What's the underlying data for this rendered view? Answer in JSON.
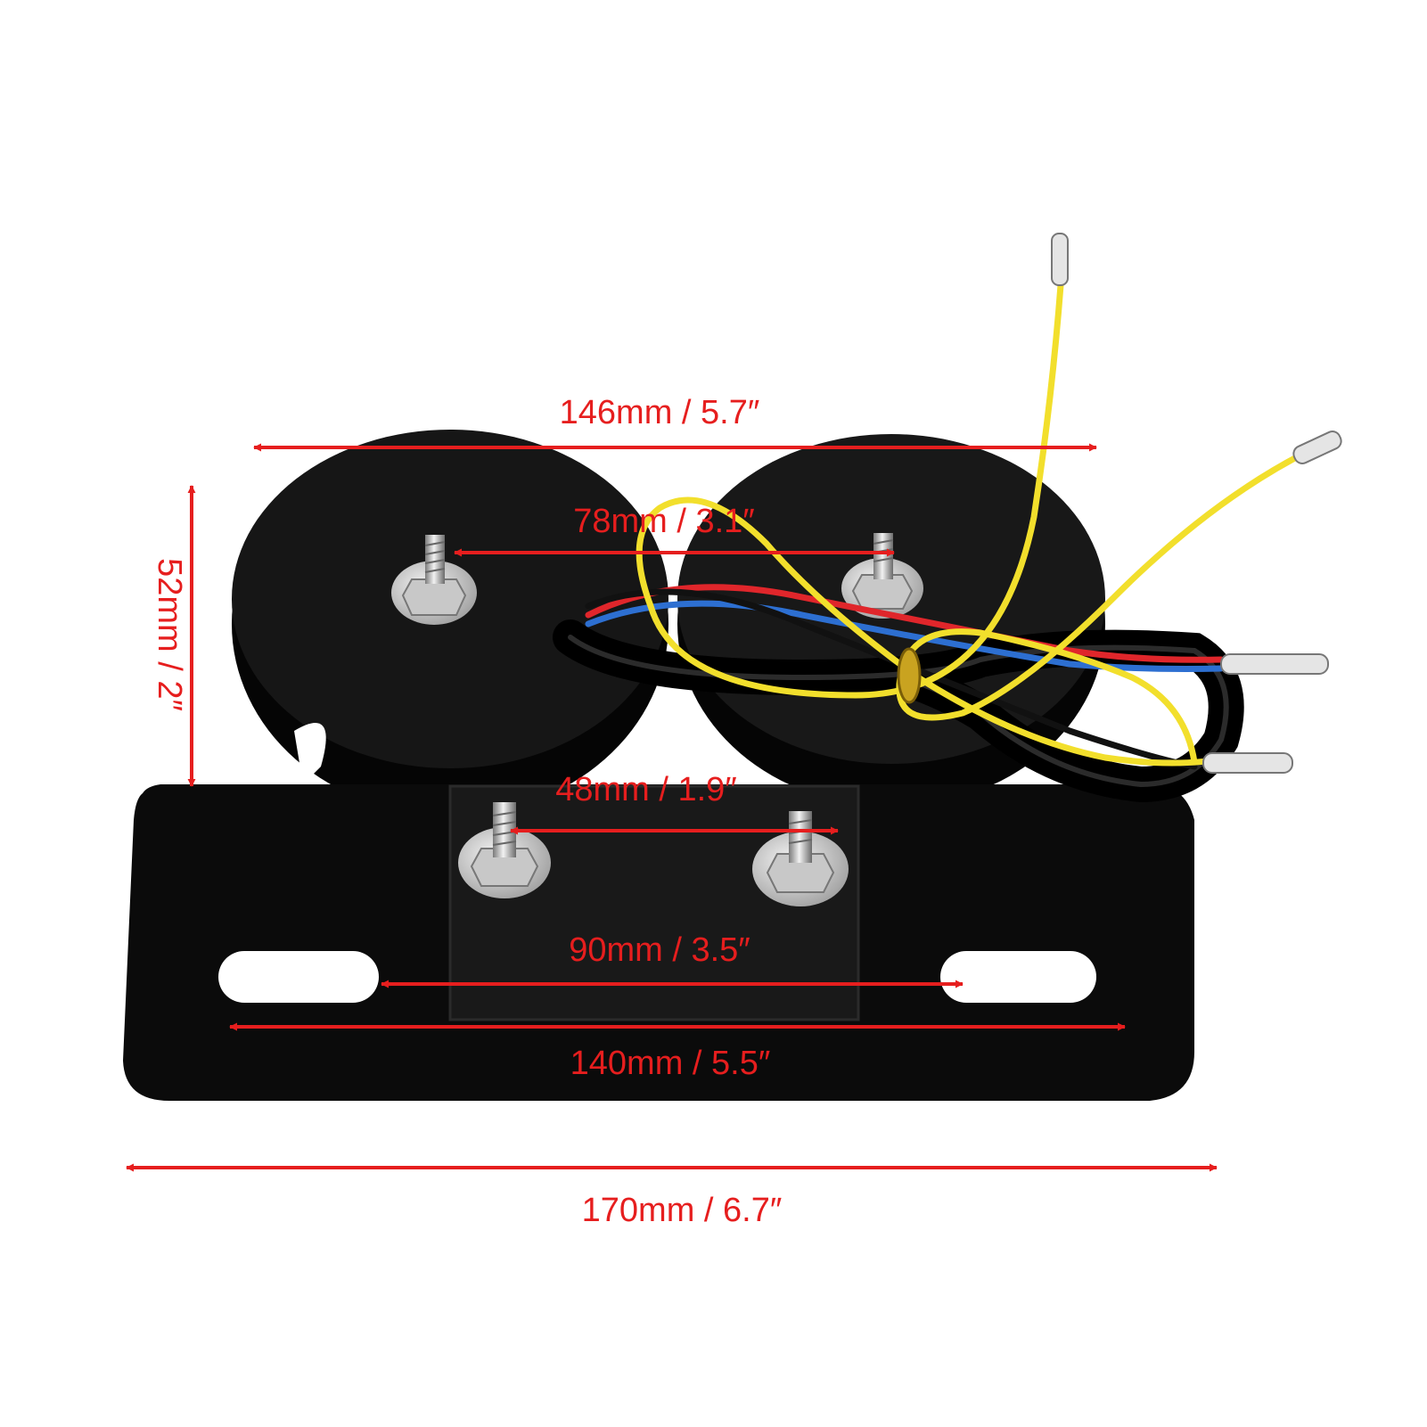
{
  "accent_color": "#e61e1e",
  "product": {
    "bracket_color": "#0b0b0b",
    "wire_colors": [
      "#f2df2c",
      "#e0262b",
      "#2d6fd1",
      "#111111"
    ]
  },
  "dimensions": {
    "width_top": "146mm / 5.7″",
    "bolt_spacing_top": "78mm / 3.1″",
    "height": "52mm / 2″",
    "bolt_spacing_plate": "48mm / 1.9″",
    "slot_spacing": "90mm / 3.5″",
    "slot_span": "140mm / 5.5″",
    "overall_width": "170mm / 6.7″"
  }
}
